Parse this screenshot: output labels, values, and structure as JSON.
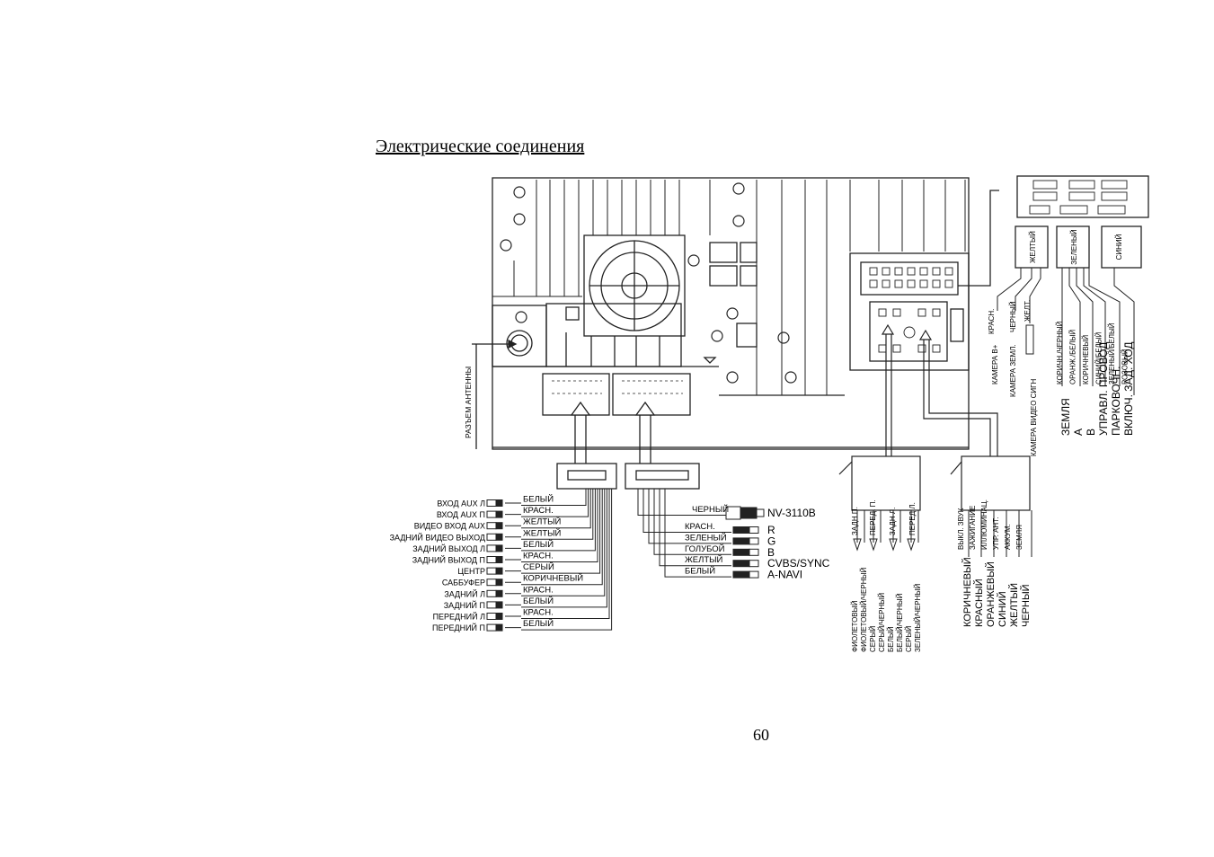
{
  "title": "Электрические соединения",
  "page_number": "60",
  "antenna_label": "РАЗЪЕМ АНТЕННЫ",
  "left_rows": [
    {
      "label": "ВХОД AUX Л",
      "color": "БЕЛЫЙ"
    },
    {
      "label": "ВХОД AUX П",
      "color": "КРАСН."
    },
    {
      "label": "ВИДЕО ВХОД AUX",
      "color": "ЖЕЛТЫЙ"
    },
    {
      "label": "ЗАДНИЙ ВИДЕО ВЫХОД",
      "color": "ЖЕЛТЫЙ"
    },
    {
      "label": "ЗАДНИЙ ВЫХОД Л",
      "color": "БЕЛЫЙ"
    },
    {
      "label": "ЗАДНИЙ ВЫХОД П",
      "color": "КРАСН."
    },
    {
      "label": "ЦЕНТР",
      "color": "СЕРЫЙ"
    },
    {
      "label": "САББУФЕР",
      "color": "КОРИЧНЕВЫЙ"
    },
    {
      "label": "ЗАДНИЙ Л",
      "color": "КРАСН."
    },
    {
      "label": "ЗАДНИЙ П",
      "color": "БЕЛЫЙ"
    },
    {
      "label": "ПЕРЕДНИЙ Л",
      "color": "КРАСН."
    },
    {
      "label": "ПЕРЕДНИЙ П",
      "color": "БЕЛЫЙ"
    }
  ],
  "middle_rows": [
    {
      "color": "ЧЕРНЫЙ",
      "label": "NV-3110B"
    },
    {
      "color": "КРАСН.",
      "label": "R"
    },
    {
      "color": "ЗЕЛЕНЫЙ",
      "label": "G"
    },
    {
      "color": "ГОЛУБОЙ",
      "label": "B"
    },
    {
      "color": "ЖЕЛТЫЙ",
      "label": "CVBS/SYNC"
    },
    {
      "color": "БЕЛЫЙ",
      "label": "A-NAVI"
    }
  ],
  "speaker_labels": [
    "ЗАДН П.",
    "ПЕРЕД. П.",
    "ЗАДН Л.",
    "ПЕРЕД Л."
  ],
  "speaker_wires": [
    "ФИОЛЕТОВЫЙ",
    "ФИОЛЕТОВЫЙ/ЧЕРНЫЙ",
    "СЕРЫЙ",
    "СЕРЫЙ/ЧЕРНЫЙ",
    "БЕЛЫЙ",
    "БЕЛЫЙ/ЧЕРНЫЙ",
    "СЕРЫЙ",
    "ЗЕЛЕНЫЙ/ЧЕРНЫЙ"
  ],
  "power_labels": [
    "ВЫКЛ. ЗВУК",
    "ЗАЖИГАНИЕ",
    "ИЛЛЮМИНАЦ.",
    "УПР. АНТ.",
    "АККУМ.",
    "ЗЕМЛЯ"
  ],
  "power_wires": [
    "КОРИЧНЕВЫЙ",
    "КРАСНЫЙ",
    "ОРАНЖЕВЫЙ",
    "СИНИЙ",
    "ЖЕЛТЫЙ",
    "ЧЕРНЫЙ"
  ],
  "top_blocks": [
    "ЖЕЛТЫЙ",
    "ЗЕЛЕНЫЙ",
    "СИНИЙ"
  ],
  "camera_labels": [
    "КРАСН.",
    "ЧЕРНЫЙ",
    "ЖЕЛТ.",
    "КАМЕРА В+",
    "КАМЕРА ЗЕМЛ.",
    "КАМЕРА ВИДЕО СИГН"
  ],
  "green_wires": [
    "КОРИЧН./ЧЕРНЫЙ",
    "ОРАНЖ./БЕЛЫЙ",
    "КОРИЧНЕВЫЙ",
    "СИНИЙ/БЕЛЫЙ",
    "ЗЕЛЕНЫЙ/БЕЛЫЙ",
    "РОЗОВЫЙ"
  ],
  "green_functions": [
    "ЗЕМЛЯ",
    "A",
    "B",
    "УПРАВЛ. ПРОВОД",
    "ПАРКОВОЧН.",
    "ВКЛЮЧ. ЗАД. ХОД"
  ]
}
